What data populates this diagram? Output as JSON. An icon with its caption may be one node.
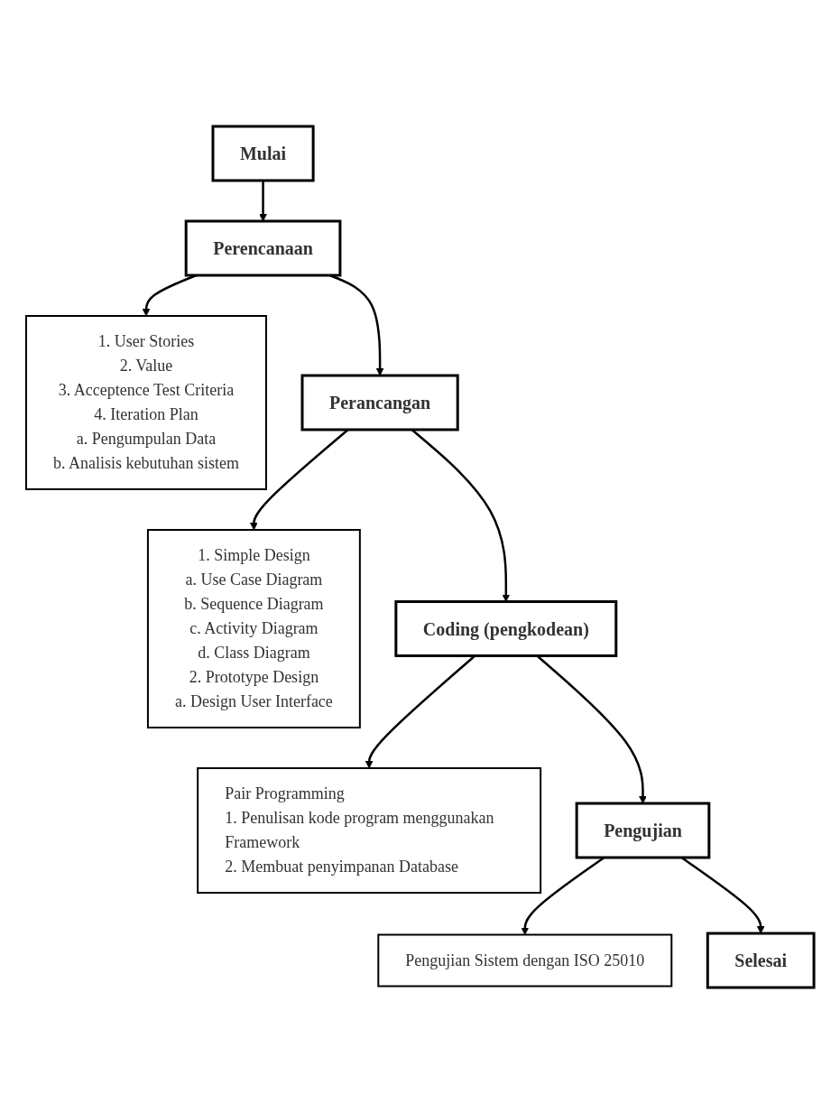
{
  "diagram": {
    "nodes": [
      {
        "text": [
          "Mulai"
        ]
      },
      {
        "text": [
          "Perencanaan"
        ]
      },
      {
        "text": [
          "1. User Stories",
          "2. Value",
          "3. Acceptence Test Criteria",
          "4. Iteration Plan",
          "a. Pengumpulan Data",
          "b. Analisis kebutuhan sistem"
        ]
      },
      {
        "text": [
          "Perancangan"
        ]
      },
      {
        "text": [
          "1. Simple Design",
          "a. Use Case Diagram",
          "b. Sequence Diagram",
          "c. Activity Diagram",
          "d. Class Diagram",
          "2. Prototype Design",
          "a. Design User Interface"
        ]
      },
      {
        "text": [
          "Coding (pengkodean)"
        ]
      },
      {
        "text": [
          "Pair Programming",
          "1. Penulisan kode program menggunakan Framework",
          "2. Membuat penyimpanan Database"
        ]
      },
      {
        "text": [
          "Pengujian"
        ]
      },
      {
        "text": [
          "Pengujian Sistem dengan ISO 25010"
        ]
      },
      {
        "text": [
          "Selesai"
        ]
      }
    ],
    "edges": [
      {
        "from": 0,
        "to": 1,
        "arrow": "to"
      },
      {
        "from": 1,
        "to": 2,
        "arrow": "to"
      },
      {
        "from": 1,
        "to": 3,
        "arrow": "to"
      },
      {
        "from": 3,
        "to": 4,
        "arrow": "to"
      },
      {
        "from": 3,
        "to": 5,
        "arrow": "to"
      },
      {
        "from": 5,
        "to": 6,
        "arrow": "to"
      },
      {
        "from": 5,
        "to": 7,
        "arrow": "to"
      },
      {
        "from": 7,
        "to": 8,
        "arrow": "to"
      },
      {
        "from": 7,
        "to": 9,
        "arrow": "to"
      }
    ]
  }
}
